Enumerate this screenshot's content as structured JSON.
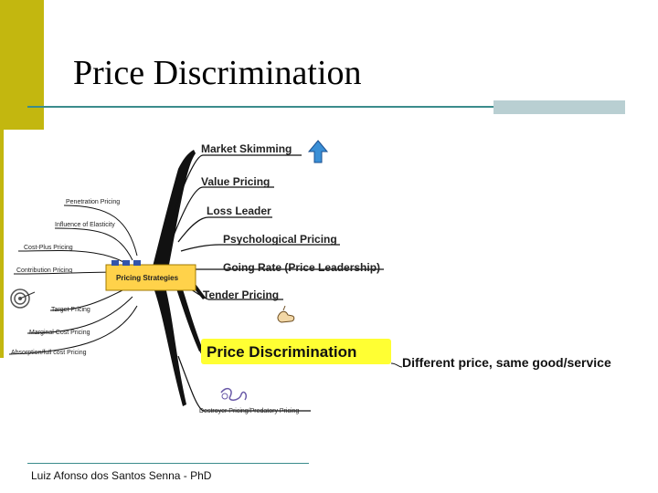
{
  "slide": {
    "title": "Price Discrimination",
    "footer": "Luiz Afonso dos Santos Senna - PhD"
  },
  "colors": {
    "accent_bar": "#c3b70f",
    "rule": "#3b8c8c",
    "highlight": "#ffff33",
    "center_node": "#ffd24a"
  },
  "mindmap": {
    "center": "Pricing Strategies",
    "right_branches": [
      "Market Skimming",
      "Value Pricing",
      "Loss Leader",
      "Psychological Pricing",
      "Going Rate (Price Leadership)",
      "Tender Pricing"
    ],
    "highlight_branch": "Price Discrimination",
    "highlight_note": "Different price, same good/service",
    "bottom_branch": "Destroyer Pricing/Predatory Pricing",
    "left_branches": [
      "Penetration Pricing",
      "Influence of Elasticity",
      "Cost-Plus Pricing",
      "Contribution Pricing",
      "Target Pricing",
      "Marginal Cost Pricing",
      "Absorption/full cost Pricing"
    ],
    "icons": [
      "up-arrow-icon",
      "target-icon",
      "hand-pointing-icon",
      "scribble-icon"
    ]
  }
}
